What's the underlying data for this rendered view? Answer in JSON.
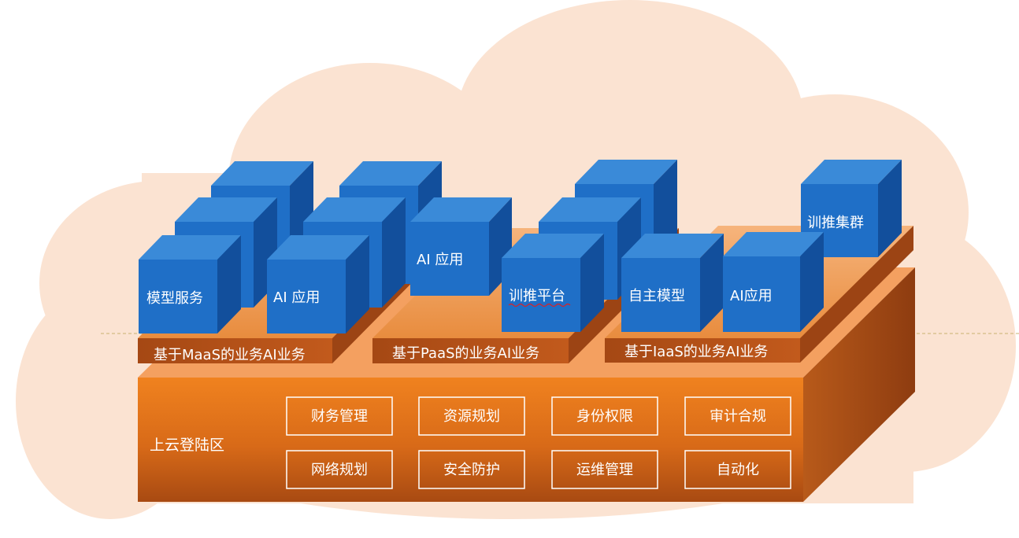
{
  "landing_zone": {
    "label": "上云登陆区",
    "services_row1": [
      "财务管理",
      "资源规划",
      "身份权限",
      "审计合规"
    ],
    "services_row2": [
      "网络规划",
      "安全防护",
      "运维管理",
      "自动化"
    ]
  },
  "platforms": [
    {
      "label": "基于MaaS的业务AI业务",
      "cubes": [
        "模型服务",
        "AI 应用"
      ]
    },
    {
      "label": "基于PaaS的业务AI业务",
      "cubes": [
        "AI 应用",
        "训推平台"
      ]
    },
    {
      "label": "基于IaaS的业务AI业务",
      "cubes": [
        "自主模型",
        "AI应用",
        "训推集群"
      ]
    }
  ],
  "colors": {
    "cloud": "#fbe3d2",
    "orange_front": "#e8751a",
    "orange_dark": "#9a4012",
    "cube_front": "#1f6fc7",
    "cube_top": "#3a8ad8",
    "cube_side": "#124f9c"
  }
}
